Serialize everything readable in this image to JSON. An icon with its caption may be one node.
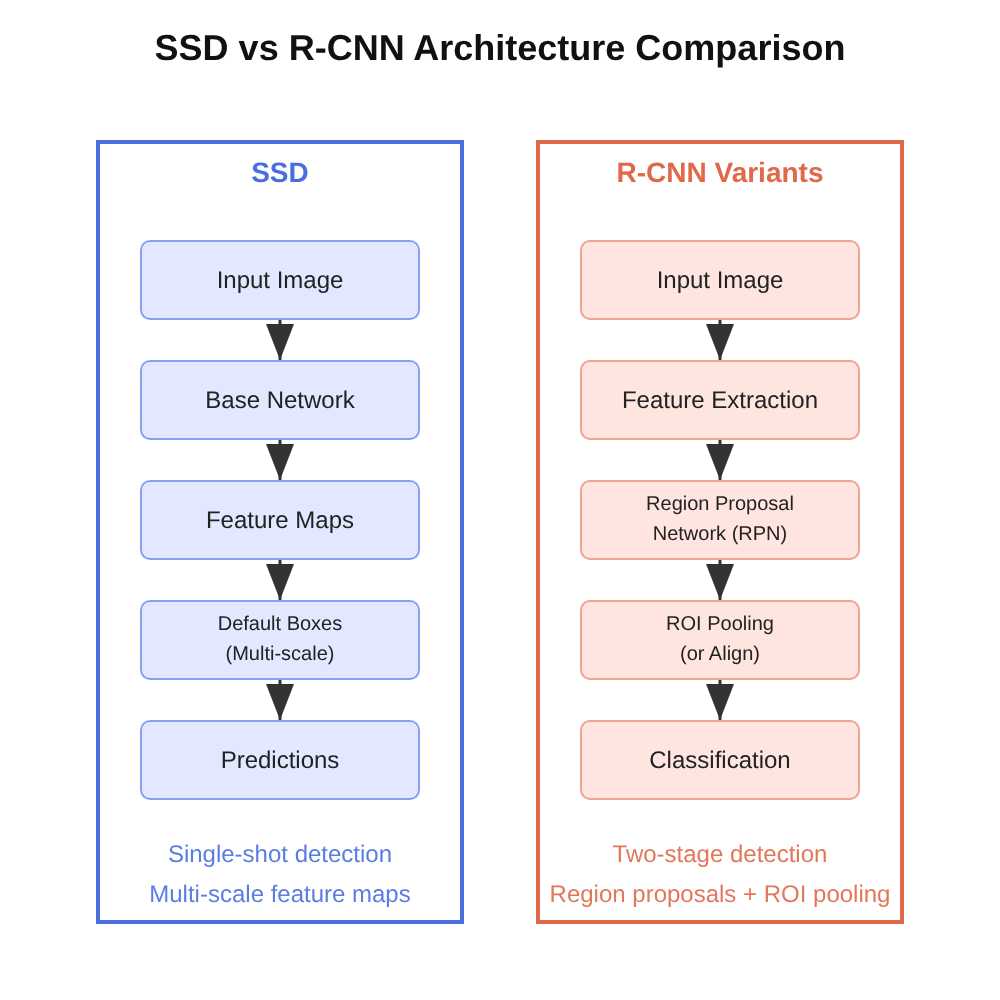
{
  "diagram": {
    "title": "SSD vs R-CNN Architecture Comparison",
    "nodes": [
      {
        "text": [
          "SSD",
          "Single-shot detection",
          "Multi-scale feature maps"
        ]
      },
      {
        "text": [
          "Input Image"
        ],
        "in": 0
      },
      {
        "text": [
          "Base Network"
        ],
        "in": 0
      },
      {
        "text": [
          "Feature Maps"
        ],
        "in": 0
      },
      {
        "text": [
          "Default Boxes (Multi-scale)"
        ],
        "in": 0
      },
      {
        "text": [
          "Predictions"
        ],
        "in": 0
      },
      {
        "text": [
          "R-CNN Variants",
          "Two-stage detection",
          "Region proposals + ROI pooling"
        ]
      },
      {
        "text": [
          "Input Image"
        ],
        "in": 6
      },
      {
        "text": [
          "Feature Extraction"
        ],
        "in": 6
      },
      {
        "text": [
          "Region Proposal Network (RPN)"
        ],
        "in": 6
      },
      {
        "text": [
          "ROI Pooling (or Align)"
        ],
        "in": 6
      },
      {
        "text": [
          "Classification"
        ],
        "in": 6
      }
    ],
    "edges": [
      {
        "from": 1,
        "to": 2,
        "arrow": "to"
      },
      {
        "from": 2,
        "to": 3,
        "arrow": "to"
      },
      {
        "from": 3,
        "to": 4,
        "arrow": "to"
      },
      {
        "from": 4,
        "to": 5,
        "arrow": "to"
      },
      {
        "from": 7,
        "to": 8,
        "arrow": "to"
      },
      {
        "from": 8,
        "to": 9,
        "arrow": "to"
      },
      {
        "from": 9,
        "to": 10,
        "arrow": "to"
      },
      {
        "from": 10,
        "to": 11,
        "arrow": "to"
      }
    ]
  }
}
